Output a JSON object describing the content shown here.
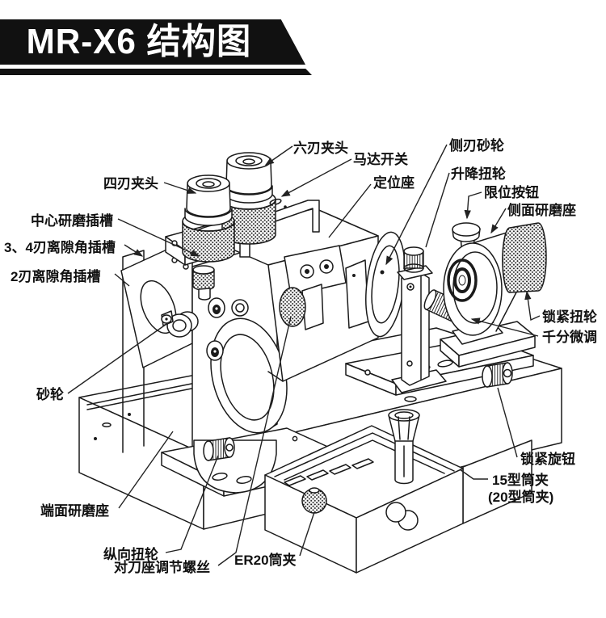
{
  "banner": {
    "title": "MR-X6 结构图"
  },
  "colors": {
    "banner_bg": "#111111",
    "ink": "#1a1a1a",
    "paper": "#ffffff"
  },
  "labels": {
    "six_flute_chuck": "六刃夹头",
    "motor_switch": "马达开关",
    "positioning_seat": "定位座",
    "side_edge_wheel": "侧刃砂轮",
    "lift_wheel": "升降扭轮",
    "limit_button": "限位按钮",
    "side_grinding_seat": "侧面研磨座",
    "four_flute_chuck": "四刃夹头",
    "center_grinding_slot": "中心研磨插槽",
    "relief_slot_34": "3、4刃离隙角插槽",
    "relief_slot_2": "2刃离隙角插槽",
    "grinding_wheel": "砂轮",
    "lock_wheel": "锁紧扭轮",
    "micro_adjust": "千分微调",
    "lock_knob": "锁紧旋钮",
    "collet_15": "15型筒夹",
    "collet_20": "(20型筒夹)",
    "er20_collet": "ER20筒夹",
    "face_grinding_seat": "端面研磨座",
    "longitudinal_wheel": "纵向扭轮",
    "tool_seat_screw": "对刀座调节螺丝"
  }
}
